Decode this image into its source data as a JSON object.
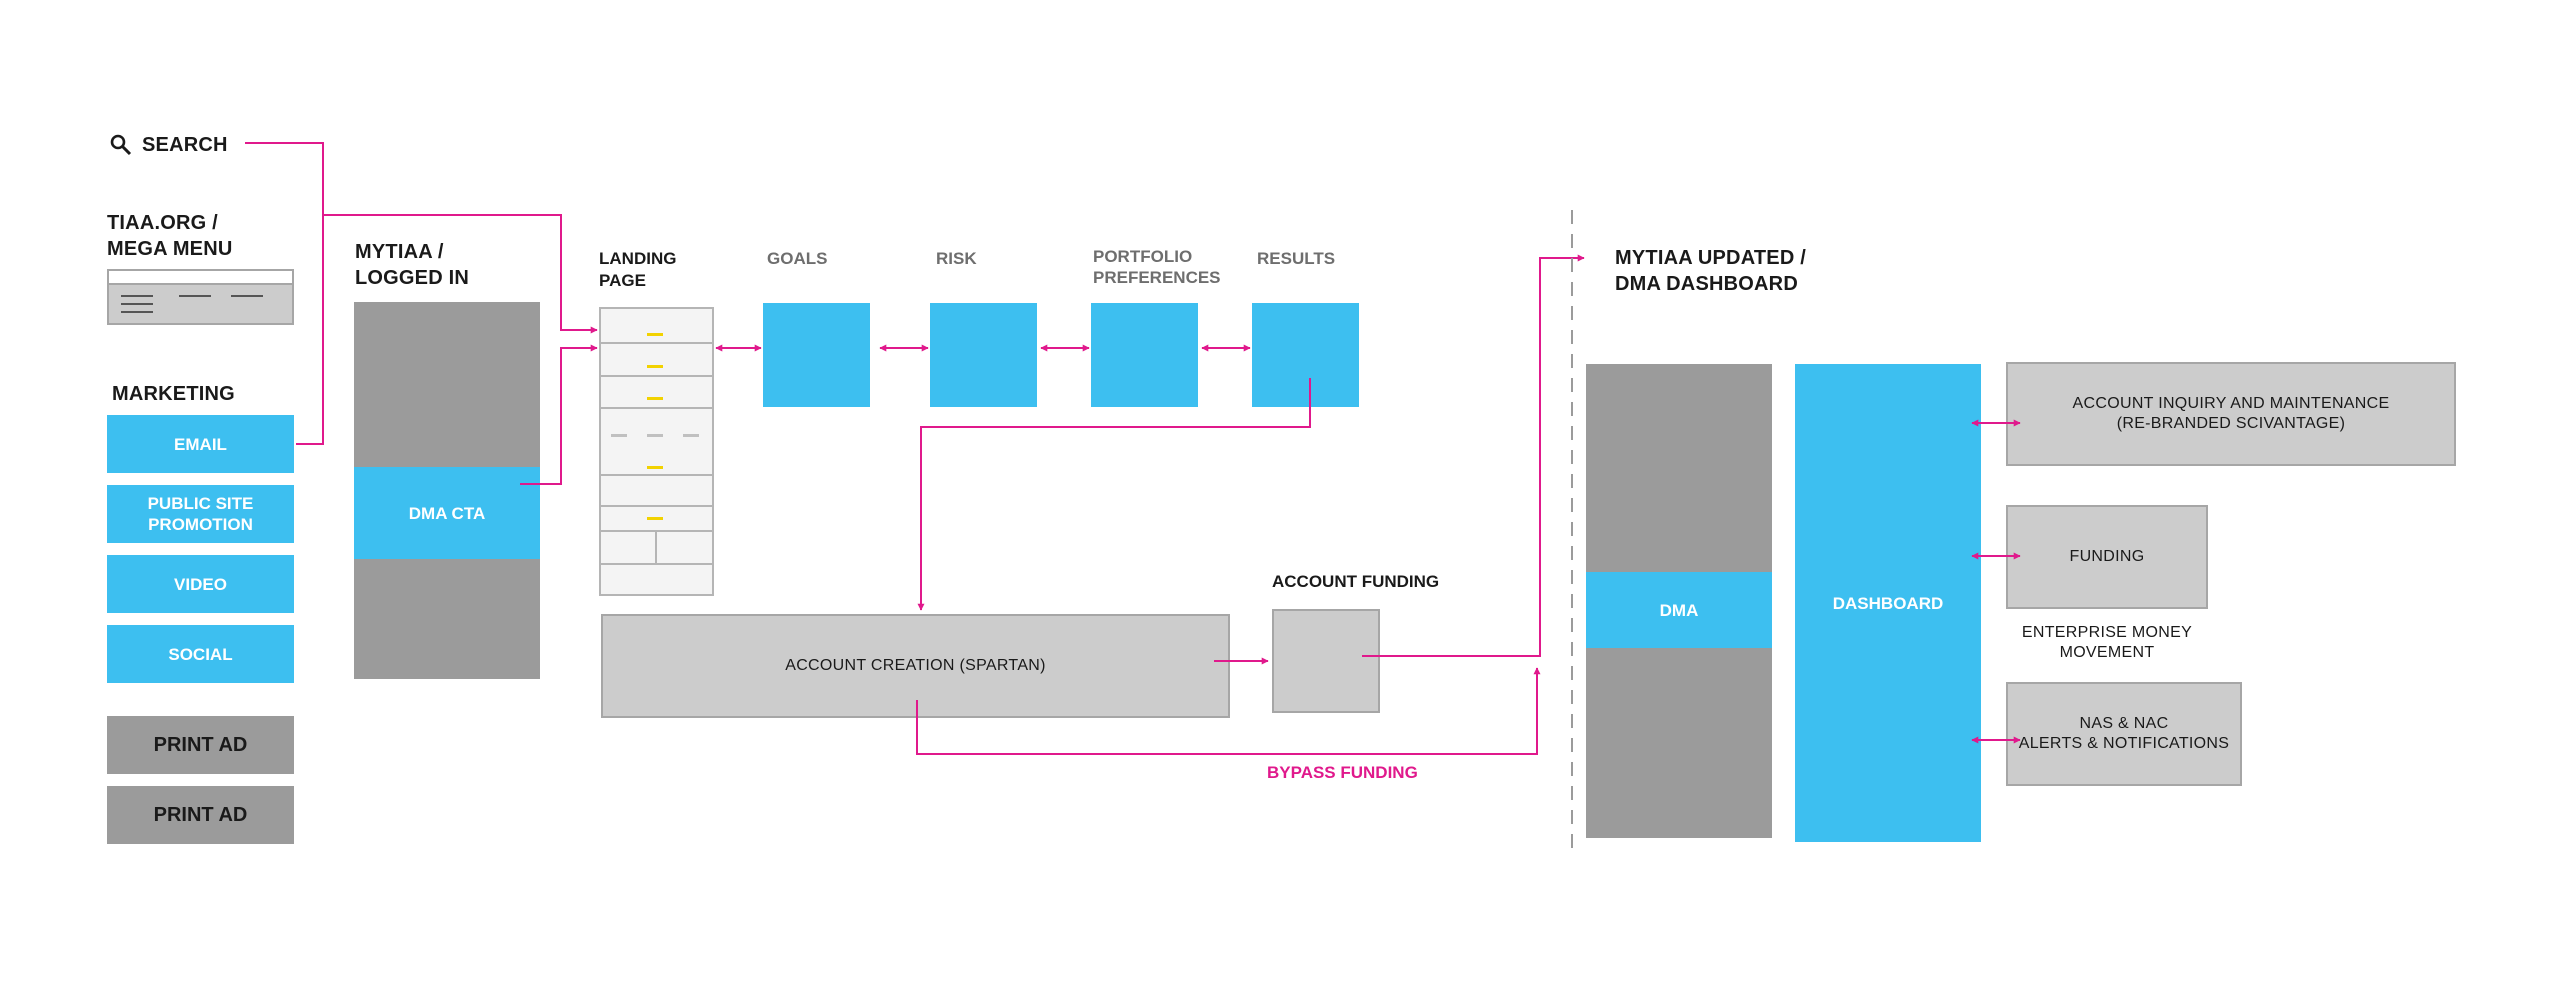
{
  "entry": {
    "search_label": "SEARCH",
    "mega_menu_title": "TIAA.ORG /",
    "mega_menu_subtitle": "MEGA MENU",
    "marketing_title": "MARKETING",
    "marketing_items": [
      "EMAIL",
      "PUBLIC SITE",
      "PROMOTION",
      "VIDEO",
      "SOCIAL"
    ],
    "print_items": [
      "PRINT AD",
      "PRINT AD"
    ]
  },
  "mytiaa": {
    "title_line1": "MYTIAA /",
    "title_line2": "LOGGED IN",
    "cta_label": "DMA CTA"
  },
  "flow": {
    "landing_line1": "LANDING",
    "landing_line2": "PAGE",
    "goals": "GOALS",
    "risk": "RISK",
    "portfolio_line1": "PORTFOLIO",
    "portfolio_line2": "PREFERENCES",
    "results": "RESULTS",
    "account_creation": "ACCOUNT CREATION (SPARTAN)",
    "account_funding": "ACCOUNT FUNDING",
    "bypass_funding": "BYPASS FUNDING"
  },
  "dashboard": {
    "title_line1": "MYTIAA UPDATED /",
    "title_line2": "DMA DASHBOARD",
    "dma_label": "DMA",
    "dashboard_label": "DASHBOARD",
    "account_inquiry_line1": "ACCOUNT INQUIRY AND MAINTENANCE",
    "account_inquiry_line2": "(RE-BRANDED SCIVANTAGE)",
    "funding": "FUNDING",
    "emm_line1": "ENTERPRISE MONEY",
    "emm_line2": "MOVEMENT",
    "nas_line1": "NAS & NAC",
    "nas_line2": "ALERTS & NOTIFICATIONS"
  },
  "colors": {
    "accent_blue": "#3dbff0",
    "connector_magenta": "#e0198c",
    "dark_grey": "#9b9b9b",
    "light_grey": "#cccccc"
  }
}
